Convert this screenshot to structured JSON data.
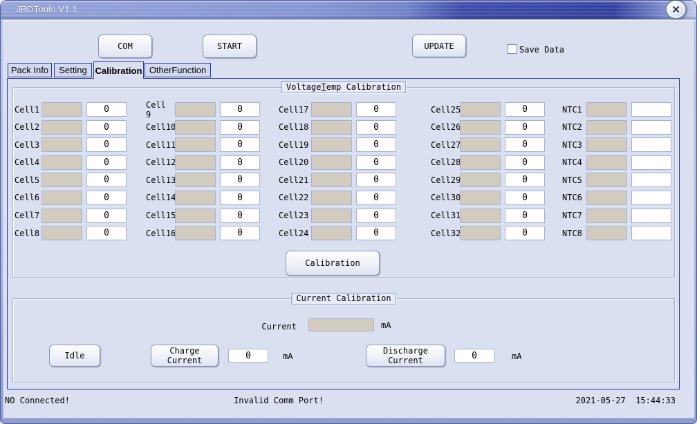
{
  "window": {
    "title": "JBDTools V1.1",
    "close_icon": "✕"
  },
  "toolbar": {
    "com_label": "COM",
    "start_label": "START",
    "update_label": "UPDATE",
    "save_data_label": "Save Data",
    "save_data_checked": false
  },
  "tabs": [
    {
      "label": "Pack Info",
      "active": false
    },
    {
      "label": "Setting",
      "active": false
    },
    {
      "label": "Calibration",
      "active": true
    },
    {
      "label": "OtherFunction",
      "active": false
    }
  ],
  "voltage_group": {
    "title_pre": "Voltage",
    "title_mnemonic": "T",
    "title_post": "emp Calibration",
    "calibration_button_label": "Calibration",
    "columns": [
      {
        "kind": "cell",
        "labels": [
          "Cell1",
          "Cell2",
          "Cell3",
          "Cell4",
          "Cell5",
          "Cell6",
          "Cell7",
          "Cell8"
        ],
        "values": [
          "0",
          "0",
          "0",
          "0",
          "0",
          "0",
          "0",
          "0"
        ]
      },
      {
        "kind": "cell",
        "labels": [
          "Cell 9",
          "Cell10",
          "Cell11",
          "Cell12",
          "Cell13",
          "Cell14",
          "Cell15",
          "Cell16"
        ],
        "values": [
          "0",
          "0",
          "0",
          "0",
          "0",
          "0",
          "0",
          "0"
        ]
      },
      {
        "kind": "cell",
        "labels": [
          "Cell17",
          "Cell18",
          "Cell19",
          "Cell20",
          "Cell21",
          "Cell22",
          "Cell23",
          "Cell24"
        ],
        "values": [
          "0",
          "0",
          "0",
          "0",
          "0",
          "0",
          "0",
          "0"
        ]
      },
      {
        "kind": "cell",
        "labels": [
          "Cell25",
          "Cell26",
          "Cell27",
          "Cell28",
          "Cell29",
          "Cell30",
          "Cell31",
          "Cell32"
        ],
        "values": [
          "0",
          "0",
          "0",
          "0",
          "0",
          "0",
          "0",
          "0"
        ]
      },
      {
        "kind": "ntc",
        "labels": [
          "NTC1",
          "NTC2",
          "NTC3",
          "NTC4",
          "NTC5",
          "NTC6",
          "NTC7",
          "NTC8"
        ],
        "values": [
          "",
          "",
          "",
          "",
          "",
          "",
          "",
          ""
        ]
      }
    ]
  },
  "current_group": {
    "title": "Current Calibration",
    "current_label": "Current",
    "current_value": "",
    "unit": "mA",
    "idle_label": "Idle",
    "charge_label": "Charge Current",
    "charge_value": "0",
    "discharge_label": "Discharge Current",
    "discharge_value": "0"
  },
  "status_bar": {
    "left": "NO Connected!",
    "center": "Invalid Comm Port!",
    "right": "2021-05-27  15:44:33"
  },
  "colors": {
    "titlebar_blue_light": "#8595d2",
    "titlebar_blue_dark": "#33419e",
    "panel_bg": "#dae0f0",
    "tab_border_navy": "#27379d",
    "readout_field_gray": "#d1ccbf",
    "field_border": "#a6b2d4"
  }
}
